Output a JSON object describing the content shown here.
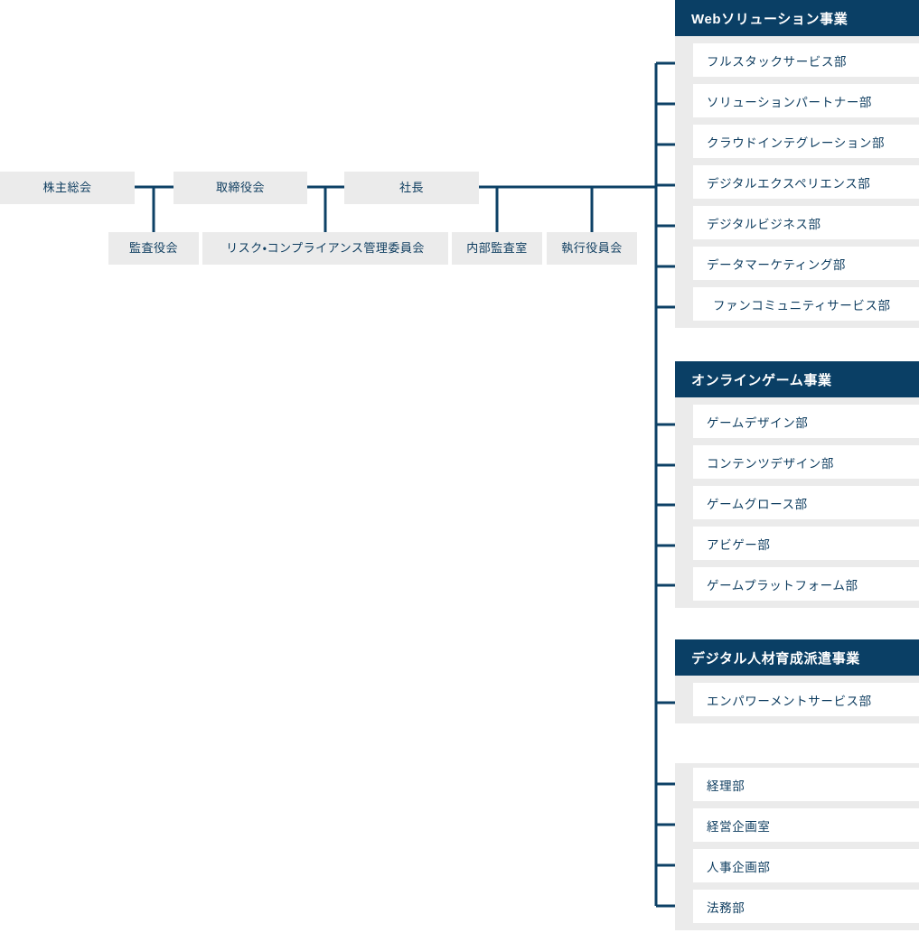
{
  "colors": {
    "header_navy": "#0a3f65",
    "panel_gray": "#ebebeb",
    "item_white": "#ffffff",
    "text_navy": "#0d3c5f",
    "line_navy": "#0d4166"
  },
  "governance": {
    "row1": [
      {
        "label": "株主総会"
      },
      {
        "label": "取締役会"
      },
      {
        "label": "社長"
      }
    ],
    "row2": [
      {
        "label": "監査役会"
      },
      {
        "label": "リスク・コンプライアンス管理委員会"
      },
      {
        "label": "内部監査室"
      },
      {
        "label": "執行役員会"
      }
    ]
  },
  "divisions": [
    {
      "title": "Webソリューション事業",
      "has_header": true,
      "departments": [
        {
          "label": "フルスタックサービス部",
          "indented": false
        },
        {
          "label": "ソリューションパートナー部",
          "indented": false
        },
        {
          "label": "クラウドインテグレーション部",
          "indented": false
        },
        {
          "label": "デジタルエクスペリエンス部",
          "indented": false
        },
        {
          "label": "デジタルビジネス部",
          "indented": false
        },
        {
          "label": "データマーケティング部",
          "indented": false
        },
        {
          "label": "ファンコミュニティサービス部",
          "indented": true
        }
      ]
    },
    {
      "title": "オンラインゲーム事業",
      "has_header": true,
      "departments": [
        {
          "label": "ゲームデザイン部",
          "indented": false
        },
        {
          "label": "コンテンツデザイン部",
          "indented": false
        },
        {
          "label": "ゲームグロース部",
          "indented": false
        },
        {
          "label": "アビゲー部",
          "indented": false
        },
        {
          "label": "ゲームプラットフォーム部",
          "indented": false
        }
      ]
    },
    {
      "title": "デジタル人材育成派遣事業",
      "has_header": true,
      "departments": [
        {
          "label": "エンパワーメントサービス部",
          "indented": false
        }
      ]
    },
    {
      "title": "",
      "has_header": false,
      "departments": [
        {
          "label": "経理部",
          "indented": false
        },
        {
          "label": "経営企画室",
          "indented": false
        },
        {
          "label": "人事企画部",
          "indented": false
        },
        {
          "label": "法務部",
          "indented": false
        }
      ]
    }
  ]
}
